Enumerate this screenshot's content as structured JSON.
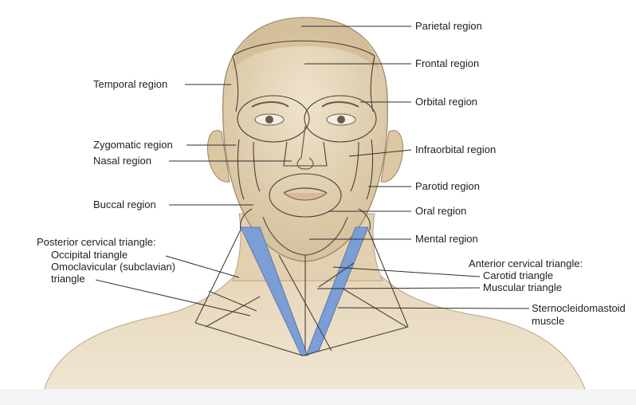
{
  "labels": {
    "parietal": "Parietal region",
    "frontal": "Frontal region",
    "temporal": "Temporal region",
    "orbital": "Orbital region",
    "zygomatic": "Zygomatic region",
    "infraorbital": "Infraorbital region",
    "nasal": "Nasal region",
    "parotid": "Parotid region",
    "buccal": "Buccal region",
    "oral": "Oral region",
    "mental": "Mental region",
    "posterior_cervical": "Posterior cervical triangle:",
    "occipital": "Occipital triangle",
    "omoclavicular_1": "Omoclavicular (subclavian)",
    "omoclavicular_2": "triangle",
    "anterior_cervical": "Anterior cervical triangle:",
    "carotid": "Carotid triangle",
    "muscular": "Muscular triangle",
    "scm_1": "Sternocleidomastoid",
    "scm_2": "muscle"
  },
  "colors": {
    "skin": "#e8d9bf",
    "skin_shade": "#d2bc97",
    "outline": "#8a7456",
    "region_line": "#4a4036",
    "muscle_fill": "#7c9ed6"
  }
}
